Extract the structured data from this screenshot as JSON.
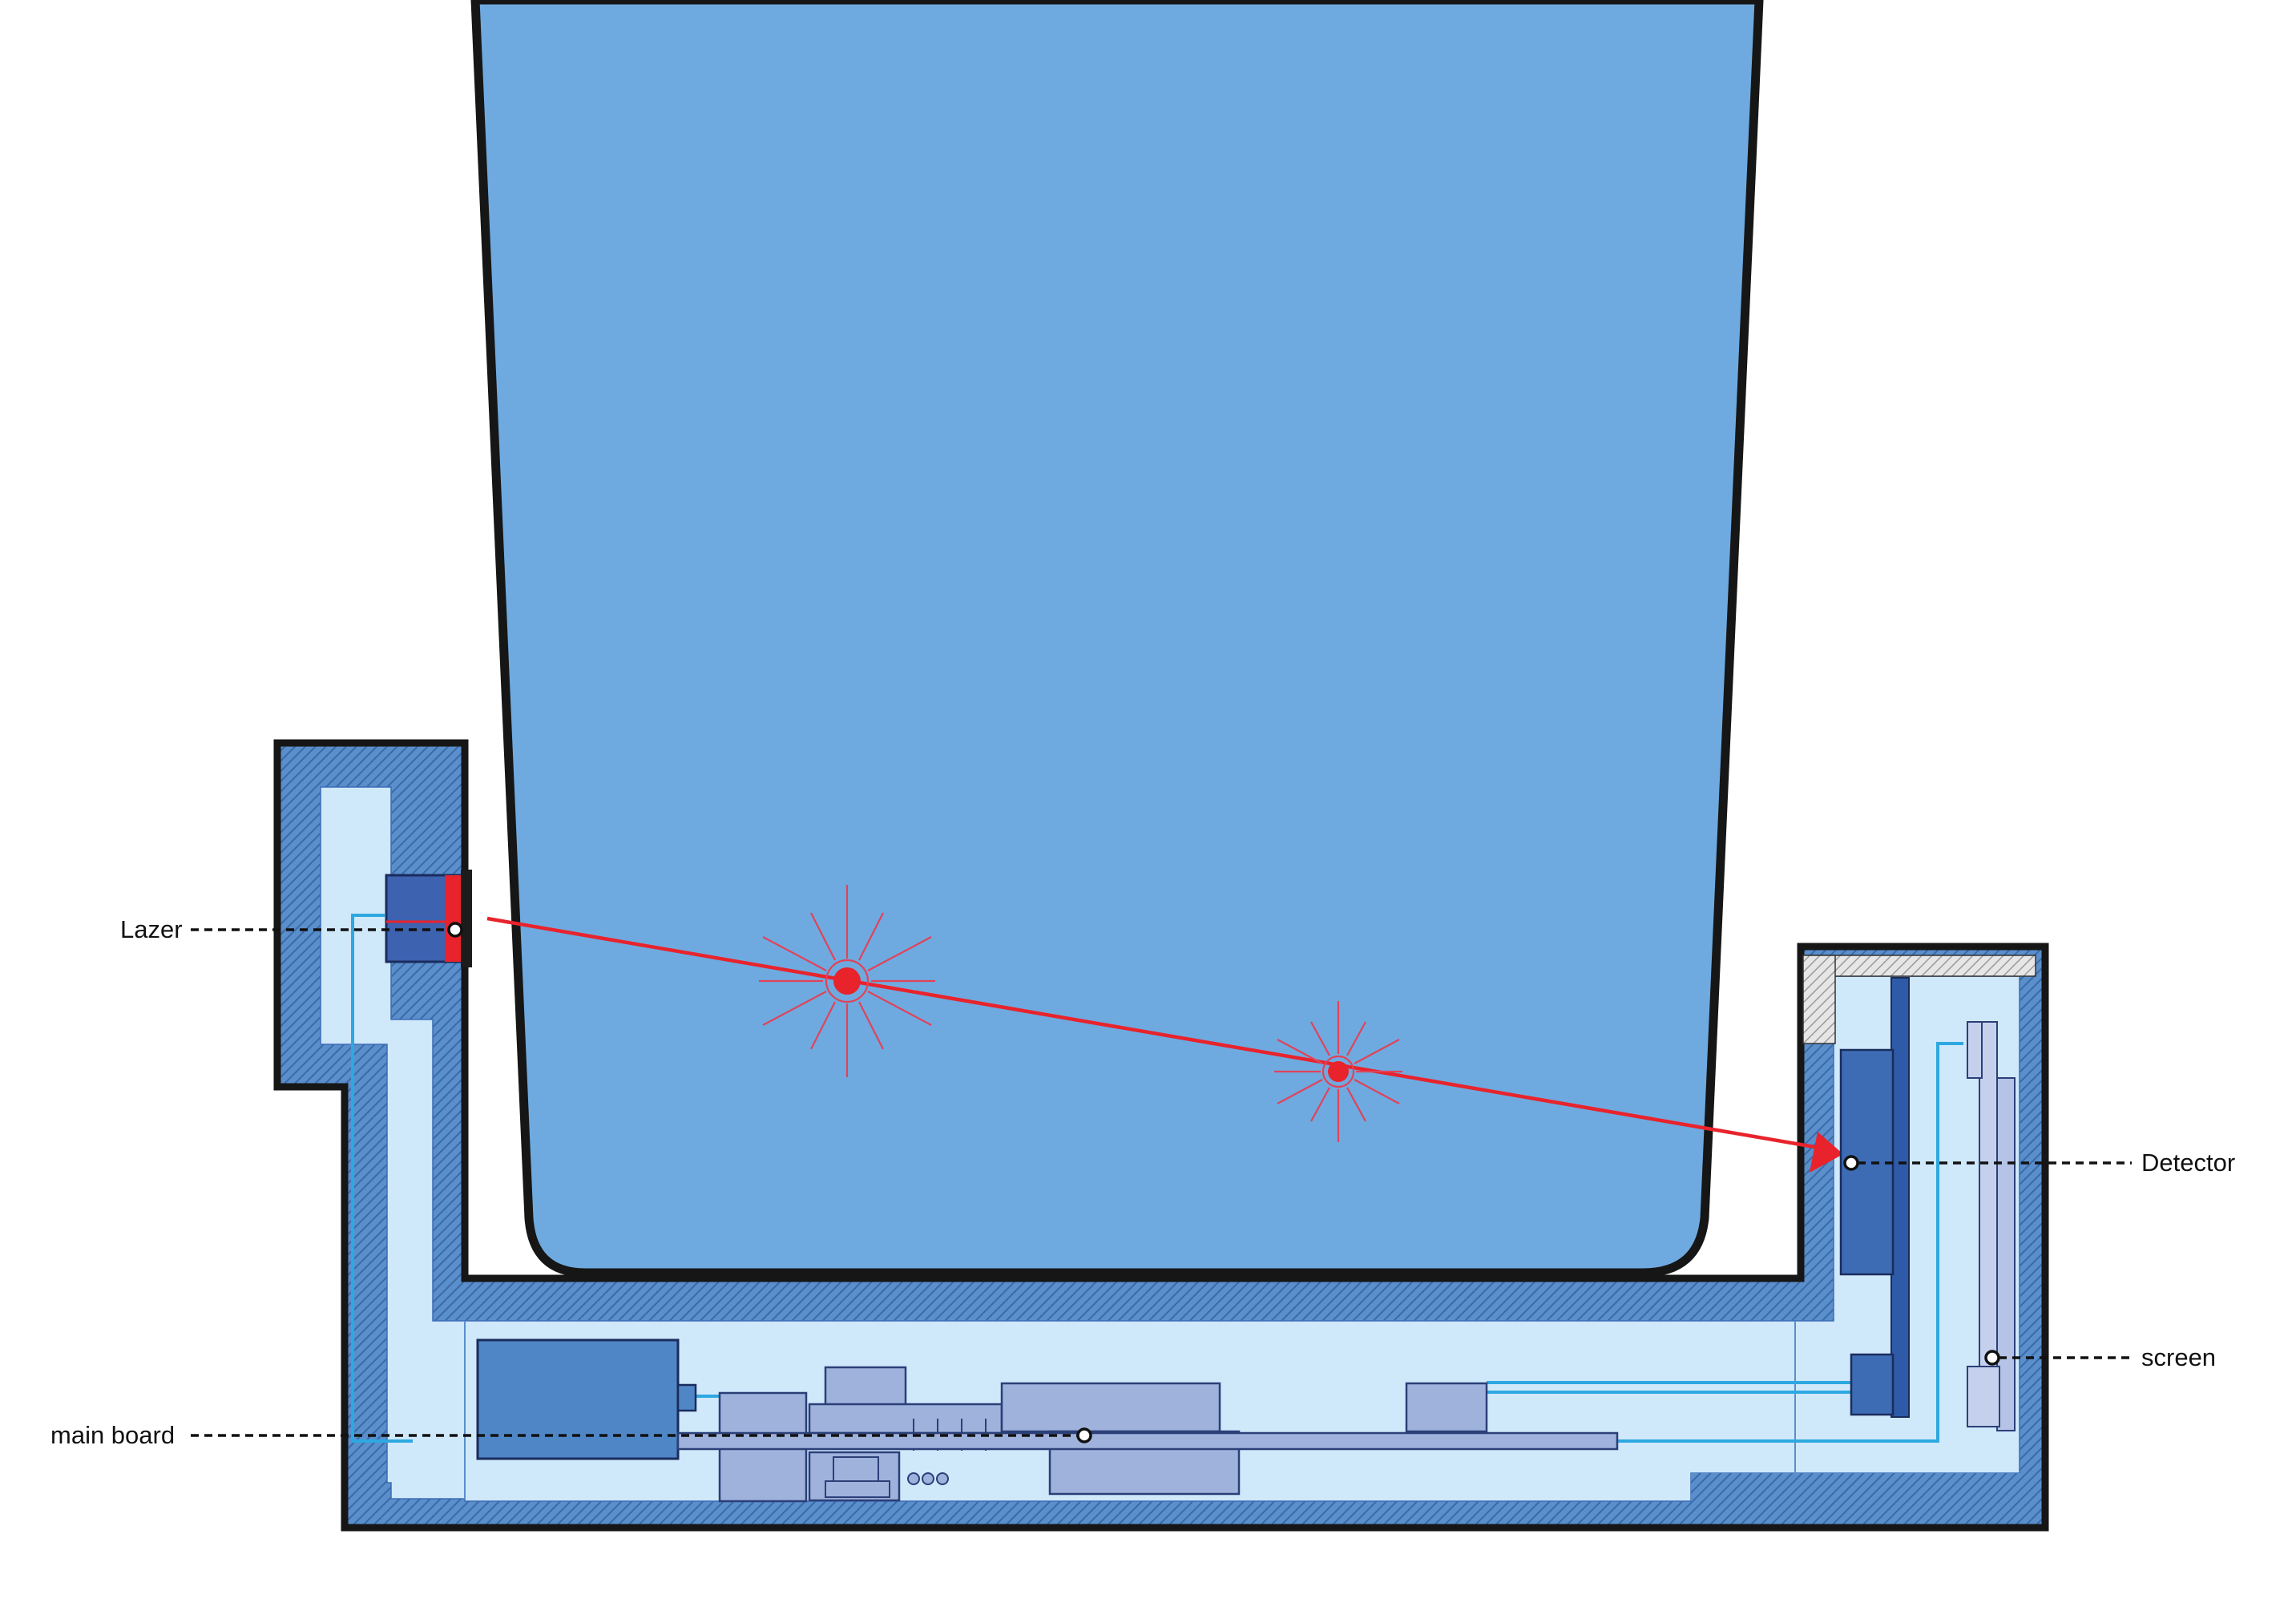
{
  "labels": {
    "lazer": "Lazer",
    "main_board": "main board",
    "detector": "Detector",
    "screen": "screen"
  },
  "colors": {
    "liquid": "#6eaadf",
    "housing_fill": "#4f86c6",
    "housing_hatch": "#3c6fae",
    "cavity": "#cfe8fa",
    "component": "#9fb2dc",
    "module_dark": "#3d6cb5",
    "laser_beam": "#e8232c",
    "wire": "#2ea8e0",
    "outline": "#111111"
  },
  "icons": {
    "scatter_point": "starburst-icon",
    "beam_head": "arrow-head-icon"
  }
}
